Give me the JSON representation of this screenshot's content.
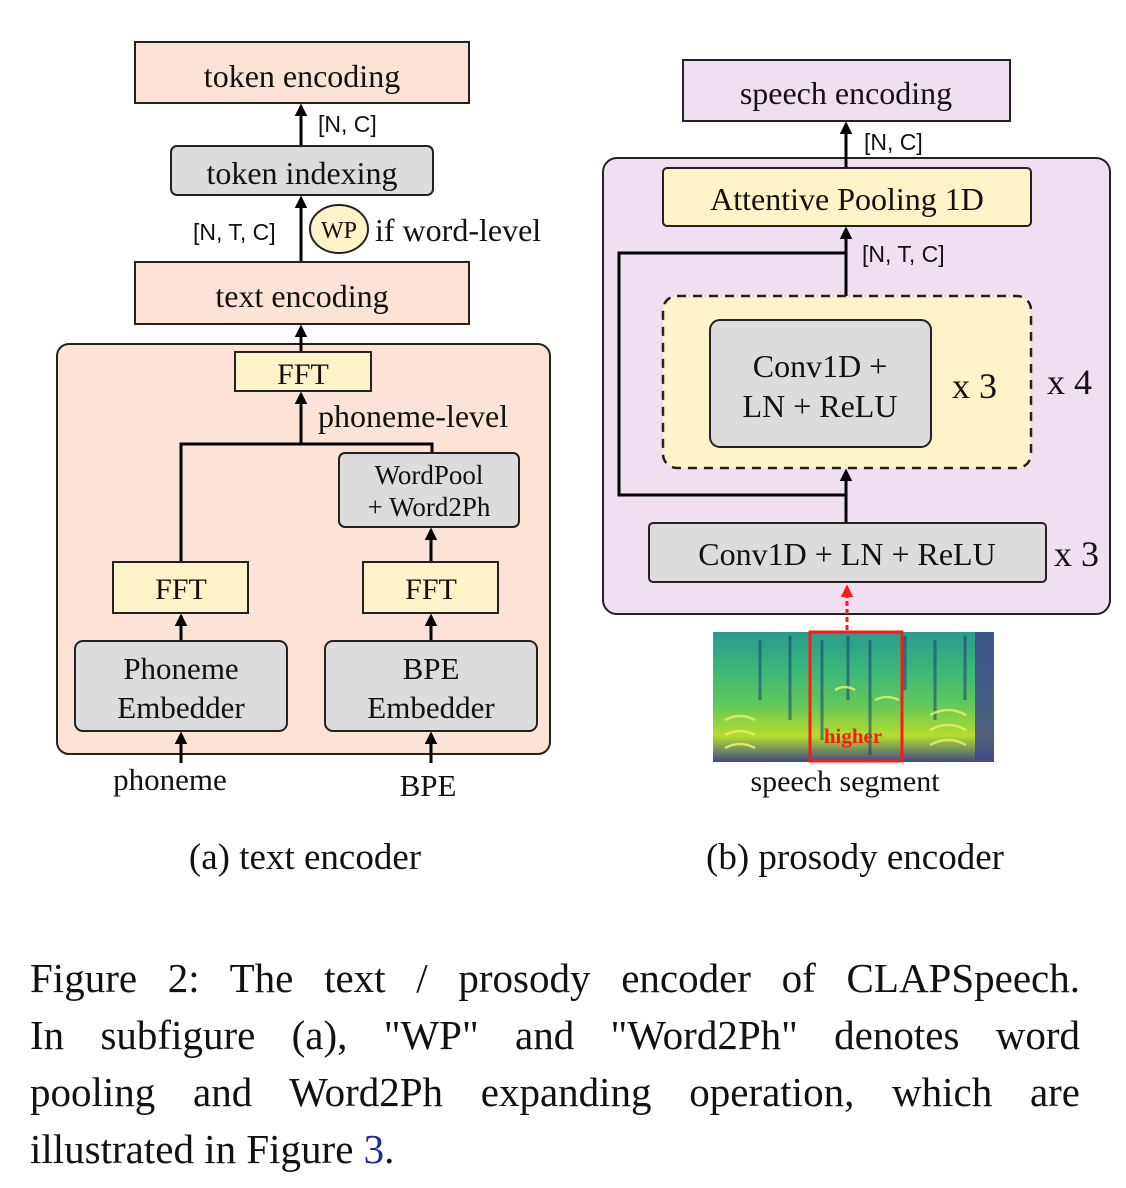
{
  "text_encoder": {
    "token_encoding": "token encoding",
    "dim_nc": "[N, C]",
    "token_indexing": "token indexing",
    "dim_ntc": "[N, T, C]",
    "wp_badge": "WP",
    "if_word_level": "if word-level",
    "text_encoding": "text encoding",
    "fft_top": "FFT",
    "phoneme_level": "phoneme-level",
    "wordpool_line1": "WordPool",
    "wordpool_line2": "+ Word2Ph",
    "fft_left": "FFT",
    "fft_right": "FFT",
    "phoneme_embedder_line1": "Phoneme",
    "phoneme_embedder_line2": "Embedder",
    "bpe_embedder_line1": "BPE",
    "bpe_embedder_line2": "Embedder",
    "input_phoneme": "phoneme",
    "input_bpe": "BPE",
    "subcaption": "(a)  text encoder"
  },
  "prosody_encoder": {
    "speech_encoding": "speech encoding",
    "dim_nc": "[N, C]",
    "attentive_pooling": "Attentive Pooling 1D",
    "dim_ntc": "[N, T, C]",
    "conv_inner_line1": "Conv1D +",
    "conv_inner_line2": "LN + ReLU",
    "repeat_inner": "x 3",
    "repeat_outer": "x 4",
    "conv_bottom": "Conv1D + LN + ReLU",
    "repeat_bottom": "x 3",
    "highlight_label": "higher",
    "input_label": "speech segment",
    "subcaption": "(b)  prosody encoder"
  },
  "caption": {
    "line1": "Figure 2: The text / prosody encoder of CLAPSpeech.",
    "line2": "In subfigure (a), \"WP\" and \"Word2Ph\" denotes word",
    "line3": "pooling and Word2Ph expanding operation, which are",
    "line4_prefix": "illustrated in Figure ",
    "line4_ref": "3",
    "line4_suffix": "."
  },
  "colors": {
    "peach_fill": "#fde3d5",
    "gray_fill": "#dcdcdc",
    "yellow_fill": "#fdf3c9",
    "lavender_fill": "#efdff1",
    "highlight_red": "#ff1a1a",
    "ref_blue": "#1a2b9c"
  }
}
